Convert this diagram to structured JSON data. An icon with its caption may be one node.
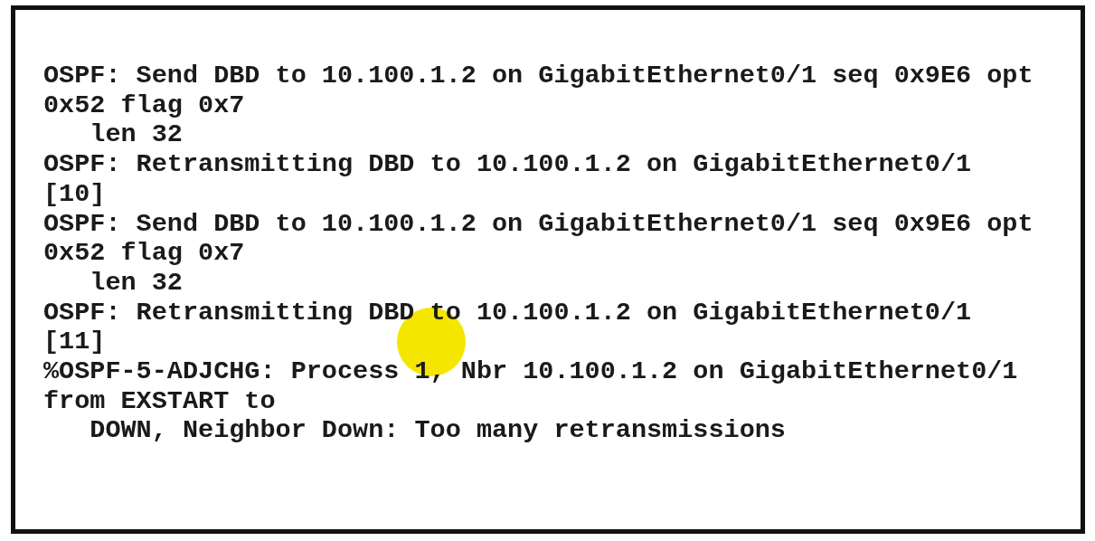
{
  "diagram": {
    "nodes": [
      {
        "text": [
          "OSPF: Send DBD to 10.100.1.2 on GigabitEthernet0/1 seq 0x9E6 opt",
          "0x52 flag 0x7",
          "   len 32",
          "OSPF: Retransmitting DBD to 10.100.1.2 on GigabitEthernet0/1",
          "[10]",
          "OSPF: Send DBD to 10.100.1.2 on GigabitEthernet0/1 seq 0x9E6 opt",
          "0x52 flag 0x7",
          "   len 32",
          "OSPF: Retransmitting DBD to 10.100.1.2 on GigabitEthernet0/1",
          "[11]",
          "%OSPF-5-ADJCHG: Process 1, Nbr 10.100.1.2 on GigabitEthernet0/1",
          "from EXSTART to",
          "   DOWN, Neighbor Down: Too many retransmissions"
        ]
      }
    ]
  }
}
